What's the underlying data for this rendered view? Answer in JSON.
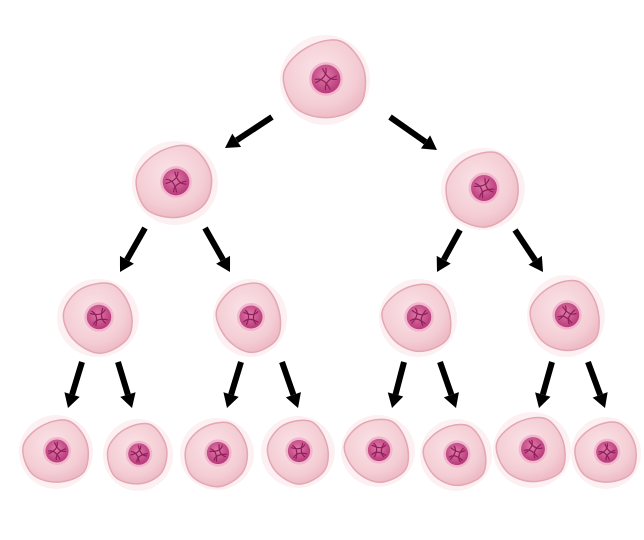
{
  "diagram": {
    "type": "cell-division-tree",
    "generations": [
      1,
      2,
      4,
      8
    ],
    "colors": {
      "cell_fill": "#f6d3d8",
      "cell_outline": "#e3a7b3",
      "cell_glow": "#fbe6ea",
      "nucleus_fill": "#c64a88",
      "nucleus_ring": "#f1b7cc",
      "chromatin": "#8e1f5a",
      "arrow": "#000000",
      "background": "#ffffff"
    }
  }
}
